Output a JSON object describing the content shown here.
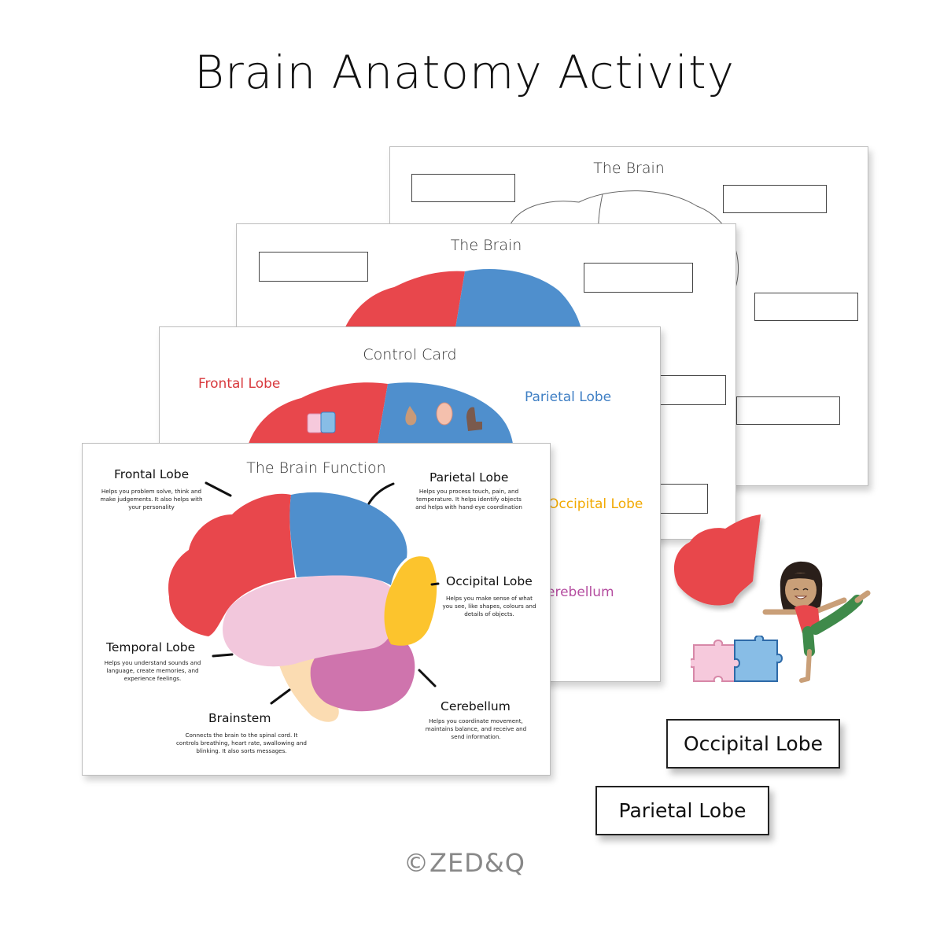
{
  "title": "Brain Anatomy Activity",
  "card_outline": {
    "title": "The Brain"
  },
  "card_colored": {
    "title": "The Brain"
  },
  "card_control": {
    "title": "Control Card",
    "labels": {
      "frontal": "Frontal Lobe",
      "parietal": "Parietal Lobe",
      "occipital": "Occipital Lobe",
      "cerebellum": "erebellum"
    }
  },
  "card_function": {
    "title": "The Brain Function",
    "frontal": {
      "name": "Frontal Lobe",
      "desc": "Helps you problem solve, think and make judgements. It also helps with your personality"
    },
    "parietal": {
      "name": "Parietal Lobe",
      "desc": "Helps you process touch, pain, and temperature. It helps identify objects and helps with hand-eye coordination"
    },
    "occipital": {
      "name": "Occipital Lobe",
      "desc": "Helps you make sense of what you see, like shapes, colours and details of objects."
    },
    "temporal": {
      "name": "Temporal Lobe",
      "desc": "Helps you understand sounds and language, create memories, and experience feelings."
    },
    "brainstem": {
      "name": "Brainstem",
      "desc": "Connects the brain to the spinal cord. It controls breathing, heart rate, swallowing and blinking. It also sorts messages."
    },
    "cerebellum": {
      "name": "Cerebellum",
      "desc": "Helps you coordinate movement, maintains balance, and receive and send information."
    }
  },
  "tags": {
    "occipital": "Occipital Lobe",
    "parietal": "Parietal Lobe"
  },
  "copyright": "©ZED&Q",
  "colors": {
    "frontal": "#e8474c",
    "parietal": "#4f8fcd",
    "occipital": "#fcc42d",
    "temporal": "#f2c7dc",
    "cerebellum": "#cf74ad",
    "brainstem": "#fbdcb2",
    "label_frontal": "#d83a3e",
    "label_parietal": "#3f7fc4",
    "label_occipital": "#f2a900",
    "label_cerebellum": "#b54ea0"
  }
}
